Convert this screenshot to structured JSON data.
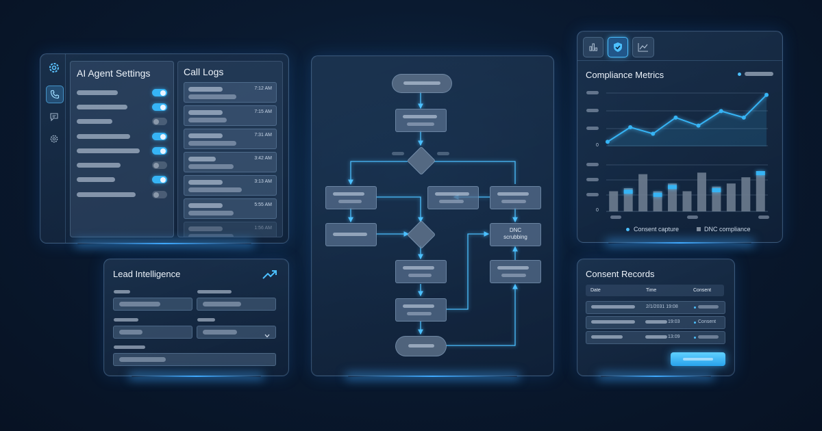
{
  "settings": {
    "title": "AI Agent Settings",
    "toggles": [
      true,
      true,
      false,
      true,
      true,
      false,
      true,
      false
    ]
  },
  "call_logs": {
    "title": "Call Logs",
    "times": [
      "7:12 AM",
      "7:15 AM",
      "7:31 AM",
      "3:42 AM",
      "3:13 AM",
      "5:55 AM",
      "1:56 AM"
    ]
  },
  "lead": {
    "title": "Lead Intelligence"
  },
  "flow": {
    "dnc_label_line1": "DNC",
    "dnc_label_line2": "scrubbing"
  },
  "compliance": {
    "title": "Compliance Metrics",
    "legend": {
      "consent": "Consent capture",
      "dnc": "DNC compliance"
    },
    "zero_label": "0",
    "colors": {
      "accent": "#36b4f5",
      "bar": "#6d7c8f"
    }
  },
  "consent_records": {
    "title": "Consent Records",
    "headers": {
      "date": "Date",
      "time": "Time",
      "consent": "Consent"
    },
    "rows": [
      {
        "time": "2/1/2031 19:08",
        "consent": ""
      },
      {
        "time": "19:03",
        "consent": "Consent"
      },
      {
        "time": "13:09",
        "consent": ""
      }
    ]
  },
  "chart_data": {
    "type": "line",
    "title": "",
    "series": [
      {
        "name": "",
        "values": [
          0.2,
          1.1,
          0.7,
          1.7,
          1.2,
          2.1,
          1.7,
          3.1
        ]
      }
    ],
    "bars": {
      "type": "bar",
      "series": [
        {
          "name": "DNC compliance",
          "values": [
            1.3,
            1.5,
            2.4,
            1.3,
            1.8,
            1.3,
            2.5,
            1.6,
            1.8,
            2.2,
            2.6
          ]
        },
        {
          "name": "Consent capture",
          "values": [
            0,
            1.4,
            0,
            1.2,
            1.7,
            0,
            0,
            1.5,
            0,
            0,
            2.6
          ]
        }
      ]
    }
  }
}
